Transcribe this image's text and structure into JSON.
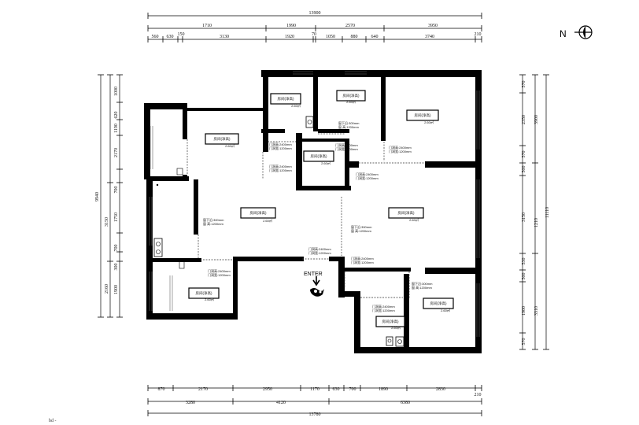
{
  "compass": {
    "letter": "N"
  },
  "entrance": {
    "label": "ENTER"
  },
  "footer": {
    "note": "bd -"
  },
  "dims": {
    "top_total": "13900",
    "top_mid": [
      "1710",
      "1990",
      "2570",
      "3950"
    ],
    "top_detail": [
      "560",
      "630",
      "150",
      "3130",
      "1920",
      "70",
      "1050",
      "880",
      "640",
      "3740",
      "210"
    ],
    "bottom_detail": [
      "870",
      "2170",
      "2950",
      "1170",
      "630",
      "700",
      "1890",
      "2830",
      "210"
    ],
    "bottom_mid": [
      "3280",
      "4120",
      "6380"
    ],
    "bottom_total": "13780",
    "left_inner": [
      "1000",
      "620",
      "1190",
      "2170",
      "700",
      "1750",
      "700",
      "300",
      "1900"
    ],
    "left_mid": [
      "3150",
      "2160"
    ],
    "left_total": "9940",
    "right_inner": [
      "570",
      "2350",
      "570",
      "500",
      "3150",
      "530",
      "500",
      "1900",
      "570"
    ],
    "right_mid": [
      "3900",
      "1210",
      "3310"
    ],
    "right_total": "11110"
  },
  "rooms": [
    {
      "name": "房间(净高)",
      "area": "2.60㎡"
    },
    {
      "name": "房间(净高)",
      "area": "2.60㎡"
    },
    {
      "name": "房间(净高)",
      "area": "2.60㎡"
    },
    {
      "name": "房间(净高)",
      "area": "2.60㎡"
    },
    {
      "name": "房间(净高)",
      "area": "2.60㎡"
    },
    {
      "name": "房间(净高)",
      "area": "2.60㎡"
    },
    {
      "name": "房间(净高)",
      "area": "2.60㎡"
    },
    {
      "name": "房间(净高)",
      "area": "2.60㎡"
    },
    {
      "name": "房间(净高)",
      "area": "2.60㎡"
    }
  ],
  "door_notes": [
    {
      "a": "门洞高:2400mm",
      "b": "门洞宽:1200mm"
    },
    {
      "a": "门洞高:2400mm",
      "b": "门洞宽:1200mm"
    },
    {
      "a": "门洞高:2400mm",
      "b": "门洞宽:1200mm"
    },
    {
      "a": "窗下沿:300mm",
      "b": "窗  高:1200mm"
    },
    {
      "a": "窗下沿:300mm",
      "b": "窗  高:1200mm"
    },
    {
      "a": "门洞高:2400mm",
      "b": "门洞宽:1200mm"
    },
    {
      "a": "门洞高:2400mm",
      "b": "门洞宽:1200mm"
    },
    {
      "a": "门洞高:2400mm",
      "b": "门洞宽:1200mm"
    },
    {
      "a": "窗下沿:300mm",
      "b": "窗  高:1200mm"
    },
    {
      "a": "门洞高:2400mm",
      "b": "门洞宽:1200mm"
    },
    {
      "a": "窗下沿:300mm",
      "b": "窗  高:1200mm"
    },
    {
      "a": "门洞高:2400mm",
      "b": "门洞宽:1200mm"
    }
  ]
}
